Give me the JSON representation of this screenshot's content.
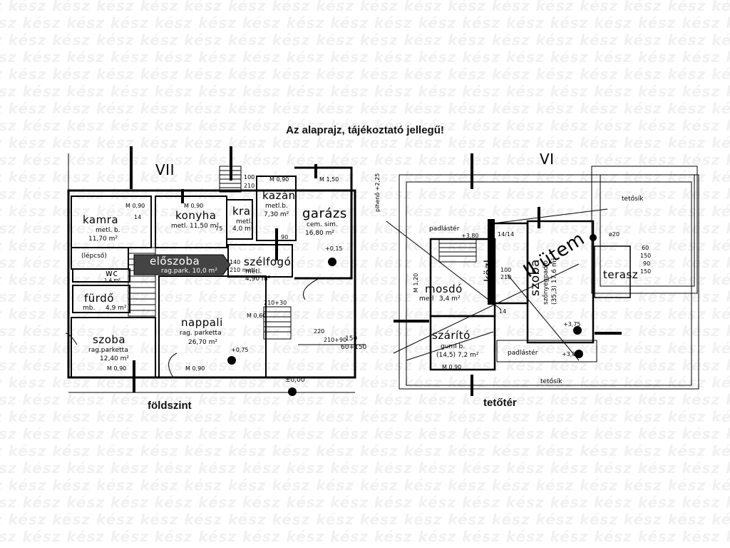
{
  "watermark_text": "kész",
  "headline": "Az alaprajz, tájékoztató jellegű!",
  "floors": {
    "ground": {
      "caption": "földszint",
      "roman": "VII",
      "rooms": {
        "kamra": {
          "name": "kamra",
          "finish": "metl. b.",
          "area": "11,70 m²"
        },
        "konyha": {
          "name": "konyha",
          "finish": "metl. 11,50 m²"
        },
        "kra": {
          "name": "kra",
          "finish": "metl.",
          "area": "4,0 m²"
        },
        "kazan": {
          "name": "kazán",
          "finish": "metl.b.",
          "area": "7,30 m²"
        },
        "garazs": {
          "name": "garázs",
          "finish": "cem. sim.",
          "area": "16,80 m²"
        },
        "eloszoba": {
          "name": "előszoba",
          "finish": "rag.park. 10,0 m²"
        },
        "szelfogo": {
          "name": "szélfogó",
          "finish": "metl.",
          "area": "4,90 m²"
        },
        "lepcso": {
          "name": "(lépcső)"
        },
        "wc": {
          "name": "wc",
          "area": "1,4 m²"
        },
        "furdo": {
          "name": "fürdő",
          "finish": "mb.",
          "area": "4,9 m²"
        },
        "nappali": {
          "name": "nappali",
          "finish": "rag. parketta",
          "area": "26,70 m²"
        },
        "szoba": {
          "name": "szoba",
          "finish": "rag.parketta",
          "area": "12,40 m²"
        }
      },
      "dims": {
        "m090": "M 0,90",
        "m060": "M 0,60",
        "m150": "M 1,50",
        "d100": "100",
        "d210": "210",
        "d140": "140",
        "d210metl": "210 metl.",
        "d75": "75",
        "d14": "14",
        "d90": "90",
        "d210x30": "210+30",
        "d220": "220",
        "d210x90": "210+90",
        "d150": "150",
        "d60x150": "60+150",
        "lv015": "+0,15",
        "lv075": "+0,75",
        "lv000": "±0,00"
      }
    },
    "attic": {
      "caption": "tetőtér",
      "roman": "VI",
      "stage_label": "II ütem",
      "rooms": {
        "padlaster": {
          "name": "padlástér"
        },
        "mosdo": {
          "name": "mosdó",
          "finish": "metl",
          "area": "3,4 m²"
        },
        "kozl": {
          "name": "közl."
        },
        "szoba": {
          "name": "szoba",
          "finish": "szőnyegpadló",
          "area": "(35,3) 17,6 m²"
        },
        "terasz": {
          "name": "terasz"
        },
        "tetosik": {
          "name": "tetősík"
        },
        "szarito": {
          "name": "szárító",
          "finish": "gumi b.",
          "area": "(14,5) 7,2 m²"
        }
      },
      "dims": {
        "piheno": "pihenő +2,25",
        "lv380": "+3,80",
        "lv375": "+3,75",
        "d1414": "14/14",
        "d20": "ø20",
        "d60": "60",
        "d150": "150",
        "d90": "90",
        "d100": "100",
        "d210": "210",
        "d14": "14",
        "m090": "M 0,90",
        "m120": "M 1,20"
      }
    }
  }
}
